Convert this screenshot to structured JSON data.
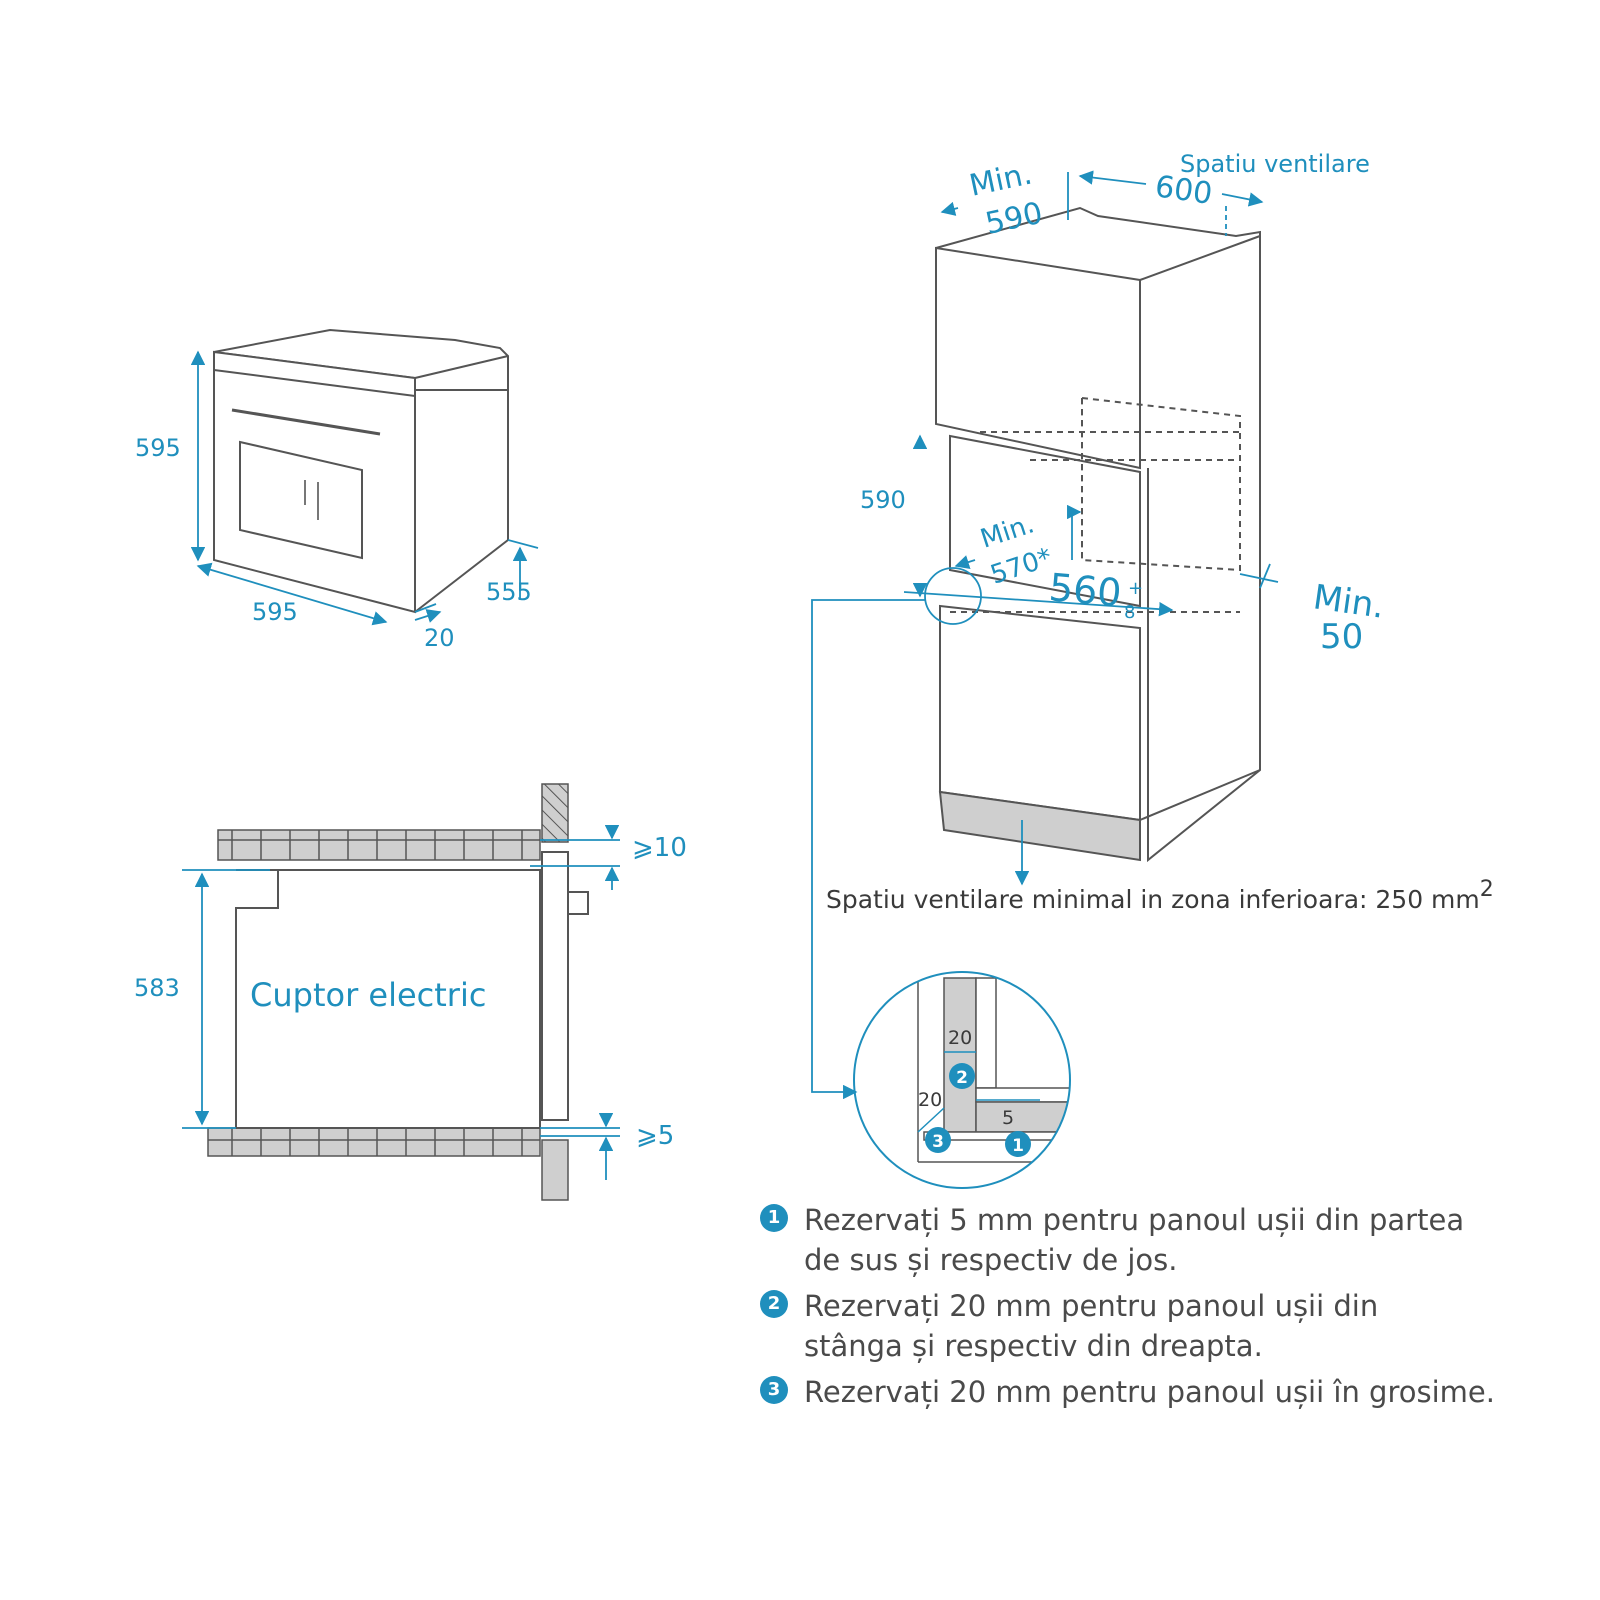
{
  "colors": {
    "accent": "#1f8fbd",
    "ink": "#4a4a4a",
    "outline": "#555555",
    "fill": "#cfcfcf"
  },
  "oven_view": {
    "height": "595",
    "width": "595",
    "depth": "555",
    "door": "20"
  },
  "cabinet_view": {
    "min_label": "Min.",
    "min_width": "590",
    "width": "600",
    "vent_label": "Spatiu ventilare",
    "height": "590",
    "min_label_2": "Min.",
    "niche_depth": "570*",
    "niche_width": "560",
    "tol_plus": "+",
    "tol_value": "8",
    "min_label_3": "Min.",
    "min_gap": "50",
    "bottom_vent_text": "Spatiu ventilare minimal in zona inferioara: 250 mm",
    "bottom_vent_sup": "2"
  },
  "section_view": {
    "oven_label": "Cuptor electric",
    "height": "583",
    "top_gap": "⩾10",
    "bottom_gap": "⩾5"
  },
  "detail_view": {
    "top_dim": "20",
    "side_dim": "20",
    "bottom_dim": "5",
    "marker_1": "1",
    "marker_2": "2",
    "marker_3": "3"
  },
  "notes": [
    {
      "num": "1",
      "text_1": "Rezervați 5 mm pentru panoul ușii din partea",
      "text_2": "de sus și respectiv de jos."
    },
    {
      "num": "2",
      "text_1": "Rezervați 20 mm pentru panoul ușii din",
      "text_2": "stânga și respectiv din dreapta."
    },
    {
      "num": "3",
      "text_1": "Rezervați 20 mm pentru panoul ușii în grosime.",
      "text_2": ""
    }
  ]
}
